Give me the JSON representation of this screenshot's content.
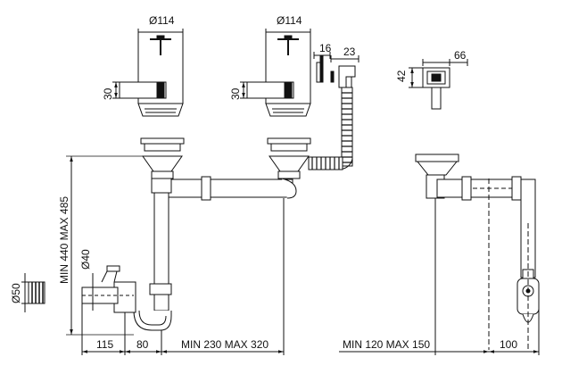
{
  "labels": {
    "d114_left": "Ø114",
    "d114_right": "Ø114",
    "h30_left": "30",
    "h30_right": "30",
    "d16": "16",
    "d23": "23",
    "d66": "66",
    "d42": "42",
    "d40": "Ø40",
    "d50": "Ø50",
    "height_range": "MIN 440 MAX 485",
    "w115": "115",
    "w80": "80",
    "width_range": "MIN 230 MAX 320",
    "side_range": "MIN 120 MAX 150",
    "w100": "100"
  }
}
